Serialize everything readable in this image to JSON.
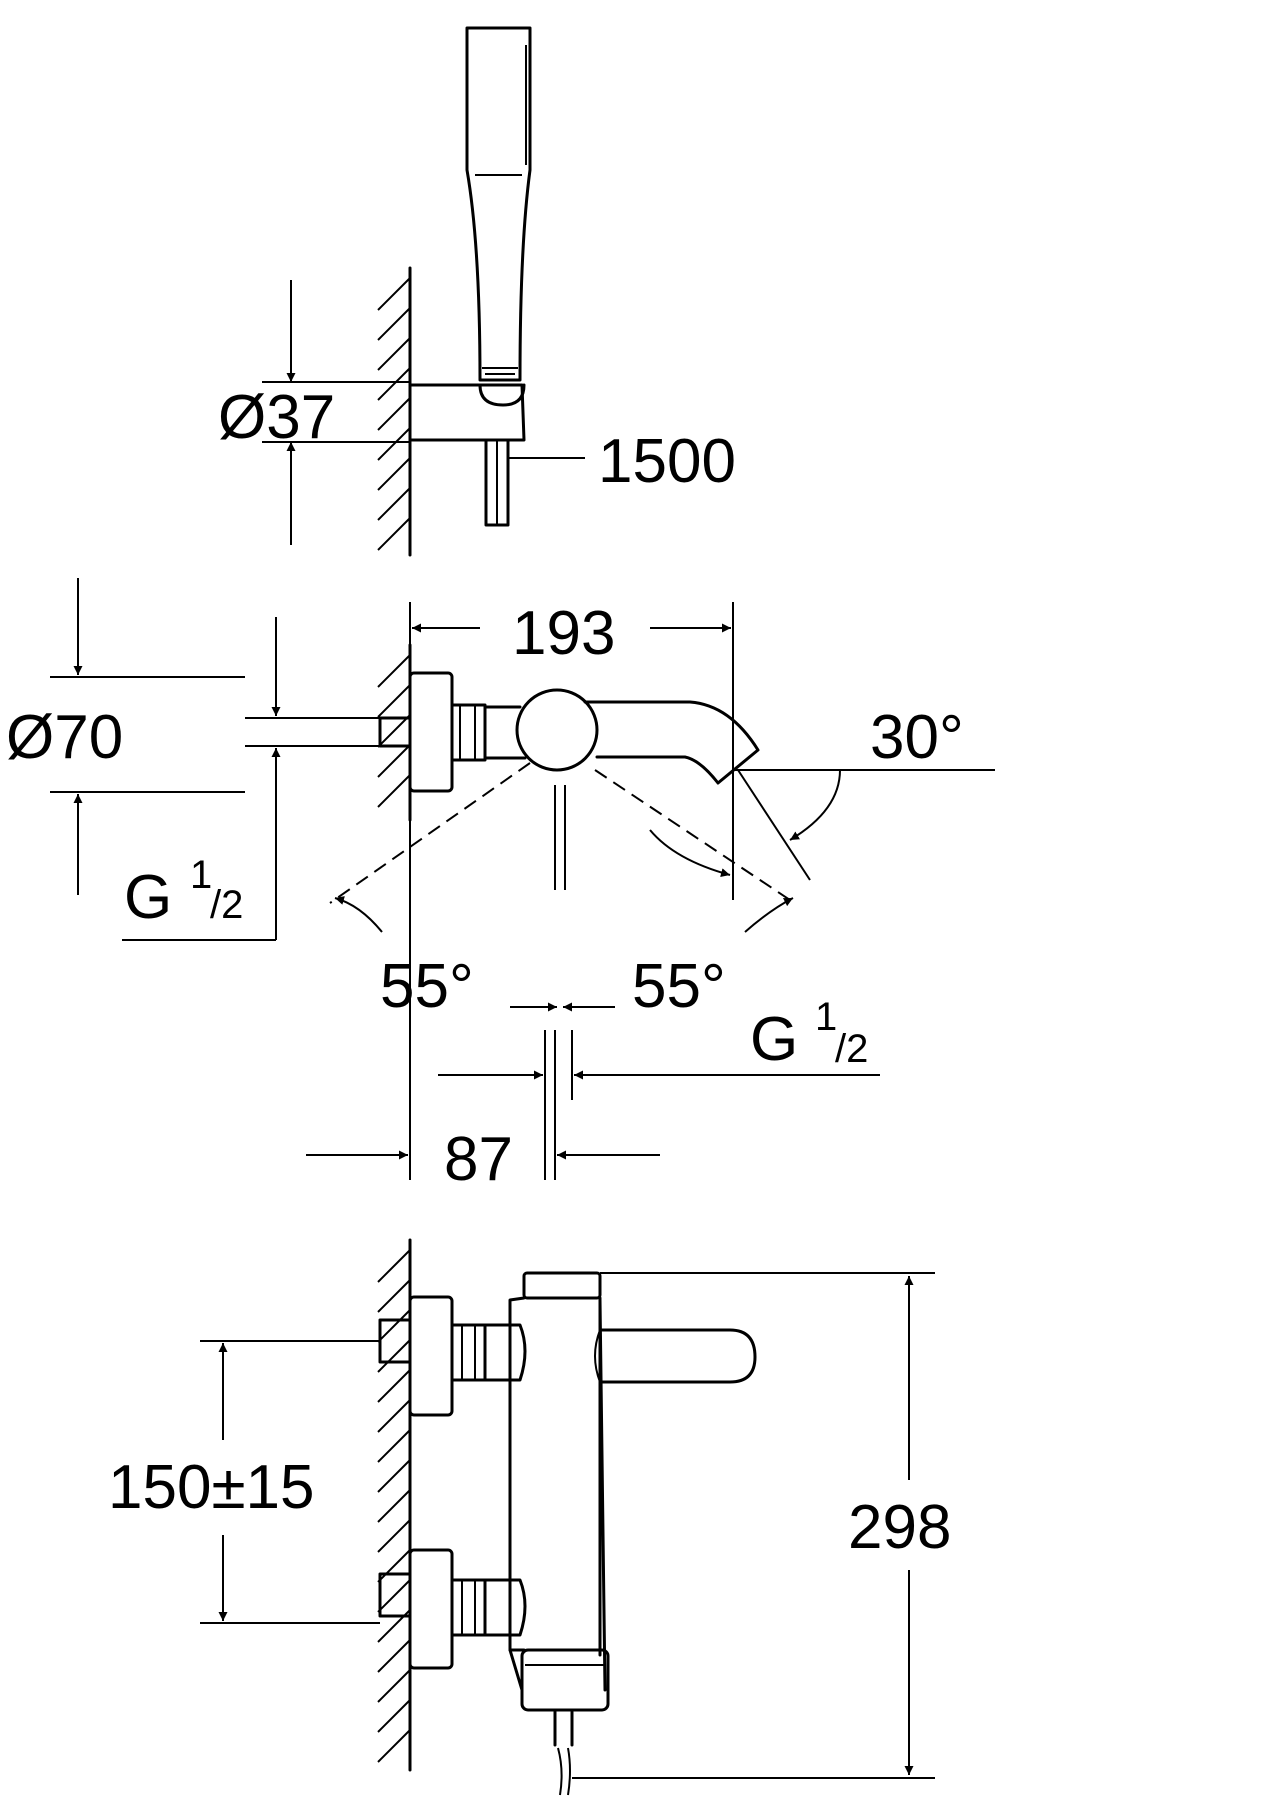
{
  "dimensions": {
    "hose_holder_diameter": "Ø37",
    "hose_length": "1500",
    "overall_depth": "193",
    "rosette_diameter": "Ø70",
    "spout_angle": "30°",
    "left_swivel_angle": "55°",
    "right_swivel_angle": "55°",
    "thread_left": {
      "base": "G",
      "num": "1",
      "den": "/2"
    },
    "thread_right": {
      "base": "G",
      "num": "1",
      "den": "/2"
    },
    "outlet_offset": "87",
    "inlet_spacing": "150±15",
    "overall_height": "298"
  }
}
